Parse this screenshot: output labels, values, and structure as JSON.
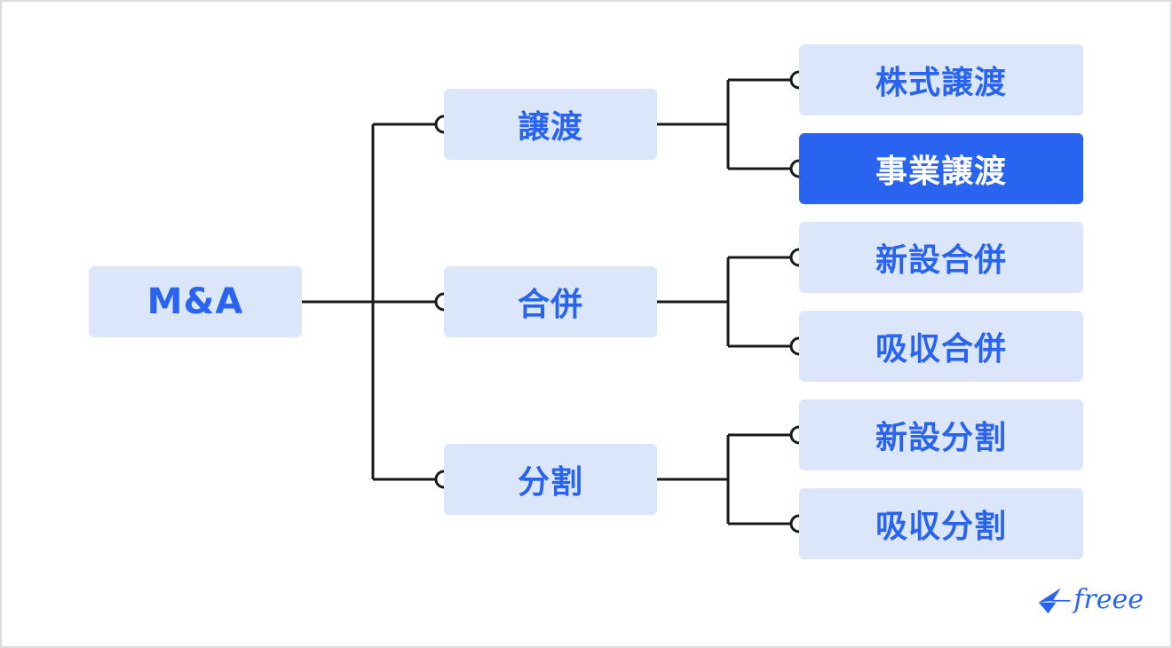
{
  "diagram": {
    "root": {
      "label": "M&A"
    },
    "branches": [
      {
        "label": "譲渡",
        "children": [
          {
            "label": "株式譲渡",
            "highlighted": false
          },
          {
            "label": "事業譲渡",
            "highlighted": true
          }
        ]
      },
      {
        "label": "合併",
        "children": [
          {
            "label": "新設合併",
            "highlighted": false
          },
          {
            "label": "吸収合併",
            "highlighted": false
          }
        ]
      },
      {
        "label": "分割",
        "children": [
          {
            "label": "新設分割",
            "highlighted": false
          },
          {
            "label": "吸収分割",
            "highlighted": false
          }
        ]
      }
    ]
  },
  "brand": {
    "logo_text": "freee",
    "logo_icon": "freee-bird-icon"
  },
  "colors": {
    "accent": "#2864f0",
    "node_fill": "#dbe6fb",
    "connector": "#1a1a1a",
    "frame_border": "#dcdcdc"
  }
}
